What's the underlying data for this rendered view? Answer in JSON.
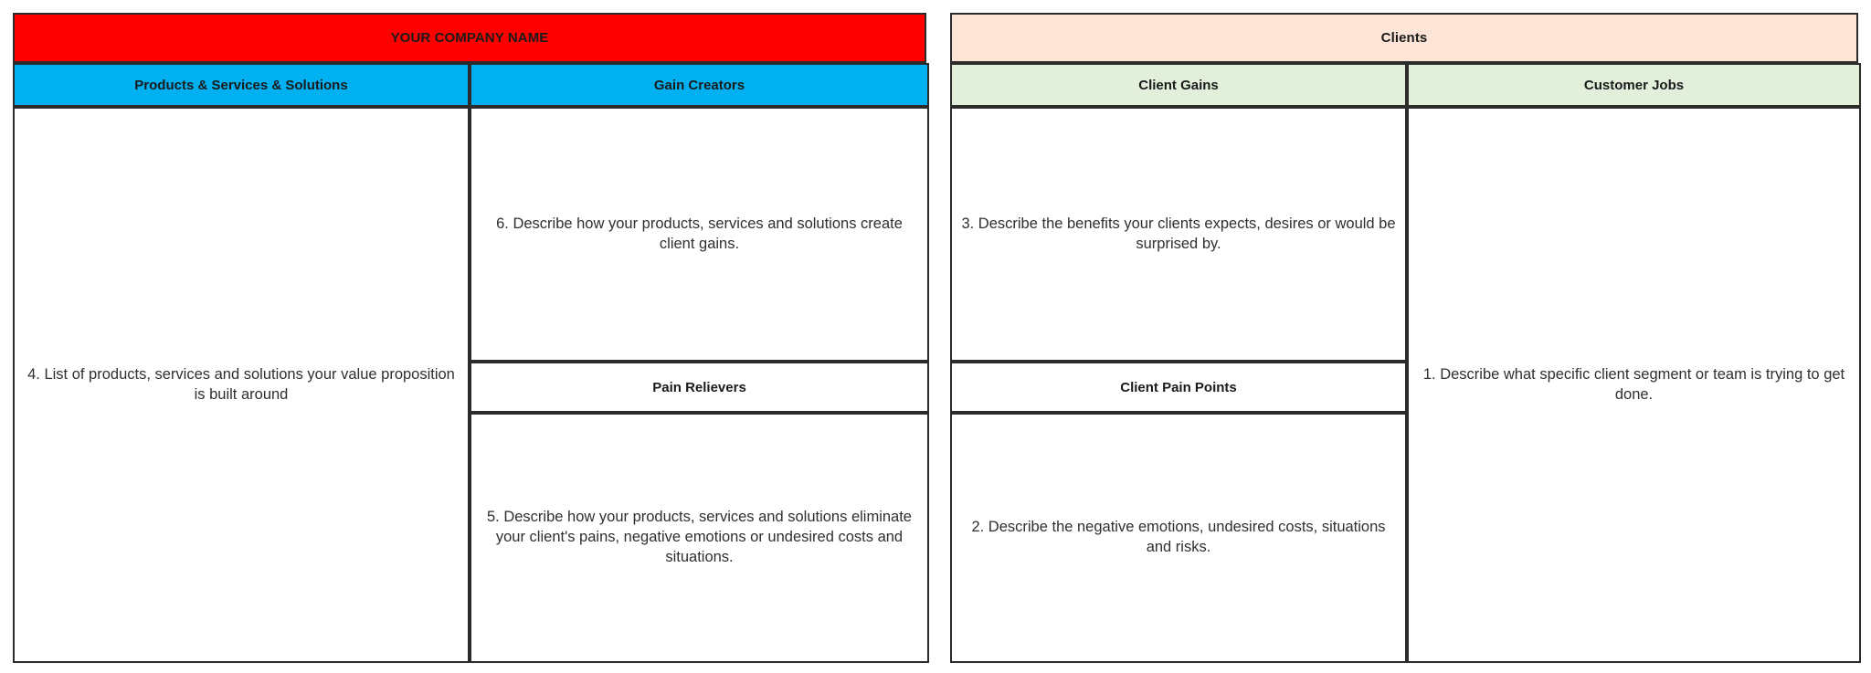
{
  "left_panel": {
    "company_band": {
      "label": "YOUR COMPANY NAME",
      "color": "#FF0000"
    },
    "headers": {
      "products": "Products & Services & Solutions",
      "gain_creators": "Gain Creators",
      "pain_relievers": "Pain Relievers",
      "header_color": "#00B0F0"
    },
    "cells": {
      "products": "4. List of products, services and solutions your value proposition is built around",
      "gain_creators": "6. Describe how your products, services and solutions create client gains.",
      "pain_relievers": "5. Describe how your products, services and solutions eliminate your client's pains, negative emotions or undesired costs and situations."
    }
  },
  "right_panel": {
    "clients_band": {
      "label": "Clients",
      "color": "#FCE4D6"
    },
    "headers": {
      "client_gains": "Client Gains",
      "customer_jobs": "Customer Jobs",
      "client_pain_points": "Client Pain Points",
      "header_color": "#E2EFDA"
    },
    "cells": {
      "client_gains": "3. Describe the benefits your clients expects, desires or would be surprised by.",
      "client_pain_points": "2. Describe the negative emotions, undesired costs, situations and risks.",
      "customer_jobs": "1. Describe what specific client segment or team is trying to get done."
    }
  }
}
